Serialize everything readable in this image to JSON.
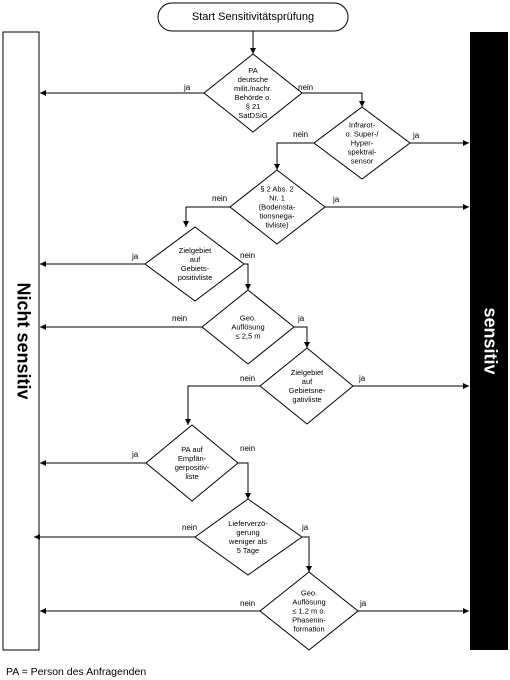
{
  "start": "Start Sensitivitätsprüfung",
  "left_bar": "Nicht sensitiv",
  "right_bar": "sensitiv",
  "footnote": "PA = Person des Anfragenden",
  "labels": {
    "yes": "ja",
    "no": "nein"
  },
  "decisions": [
    [
      "PA",
      "deutsche",
      "milit./nachr.",
      "Behörde o.",
      "§ 21",
      "SatDSiG"
    ],
    [
      "Infrarot-",
      "o. Super-/",
      "Hyper-",
      "spektral-",
      "sensor"
    ],
    [
      "§ 2 Abs. 2",
      "Nr. 1",
      "(Bodensta-",
      "tionsnega-",
      "tivliste)"
    ],
    [
      "Zielgebiet",
      "auf",
      "Gebiets-",
      "positivliste"
    ],
    [
      "Geo.",
      "Auflösung",
      "≤ 2,5 m"
    ],
    [
      "Zielgebiet",
      "auf",
      "Gebietsne-",
      "gativliste"
    ],
    [
      "PA auf",
      "Empfän-",
      "gerpositiv-",
      "liste"
    ],
    [
      "Lieferverzö-",
      "gerung",
      "weniger als",
      "5 Tage"
    ],
    [
      "Geo.",
      "Auflösung",
      "≤ 1,2 m o.",
      "Phasenin-",
      "formation"
    ]
  ]
}
